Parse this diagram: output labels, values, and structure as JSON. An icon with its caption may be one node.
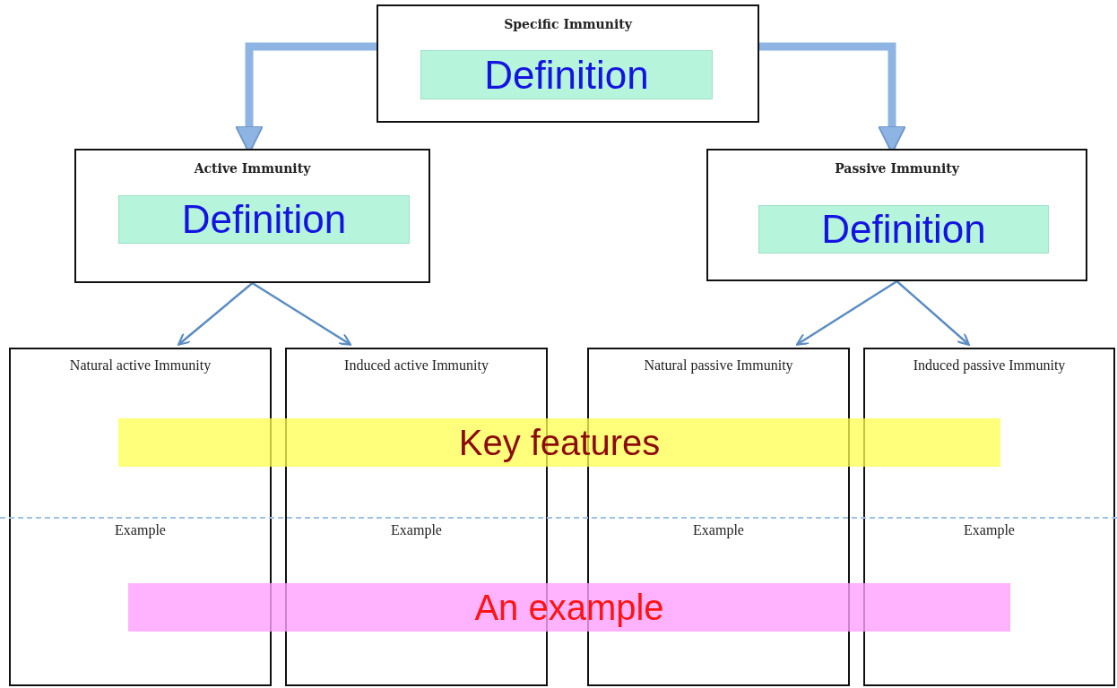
{
  "diagram": {
    "nodes": [
      {
        "text": [
          "Specific Immunity"
        ]
      },
      {
        "text": [
          "Definition"
        ],
        "in": 0
      },
      {
        "text": [
          "Active Immunity"
        ]
      },
      {
        "text": [
          "Definition"
        ],
        "in": 2
      },
      {
        "text": [
          "Passive Immunity"
        ]
      },
      {
        "text": [
          "Definition"
        ],
        "in": 4
      },
      {
        "text": [
          "Natural active Immunity",
          "Example"
        ]
      },
      {
        "text": [
          "Induced active Immunity",
          "Example"
        ]
      },
      {
        "text": [
          "Natural passive Immunity",
          "Example"
        ]
      },
      {
        "text": [
          "Induced passive Immunity",
          "Example"
        ]
      },
      {
        "text": [
          "Key features"
        ]
      },
      {
        "text": [
          "An example"
        ]
      }
    ],
    "edges": [
      {
        "from": 0,
        "to": 2,
        "arrow": "to",
        "style": "thick",
        "color": "#8db4e2"
      },
      {
        "from": 0,
        "to": 4,
        "arrow": "to",
        "style": "thick",
        "color": "#8db4e2"
      },
      {
        "from": 2,
        "to": 6,
        "arrow": "to"
      },
      {
        "from": 2,
        "to": 7,
        "arrow": "to"
      },
      {
        "from": 4,
        "to": 8,
        "arrow": "to"
      },
      {
        "from": 4,
        "to": 9,
        "arrow": "to"
      }
    ]
  }
}
